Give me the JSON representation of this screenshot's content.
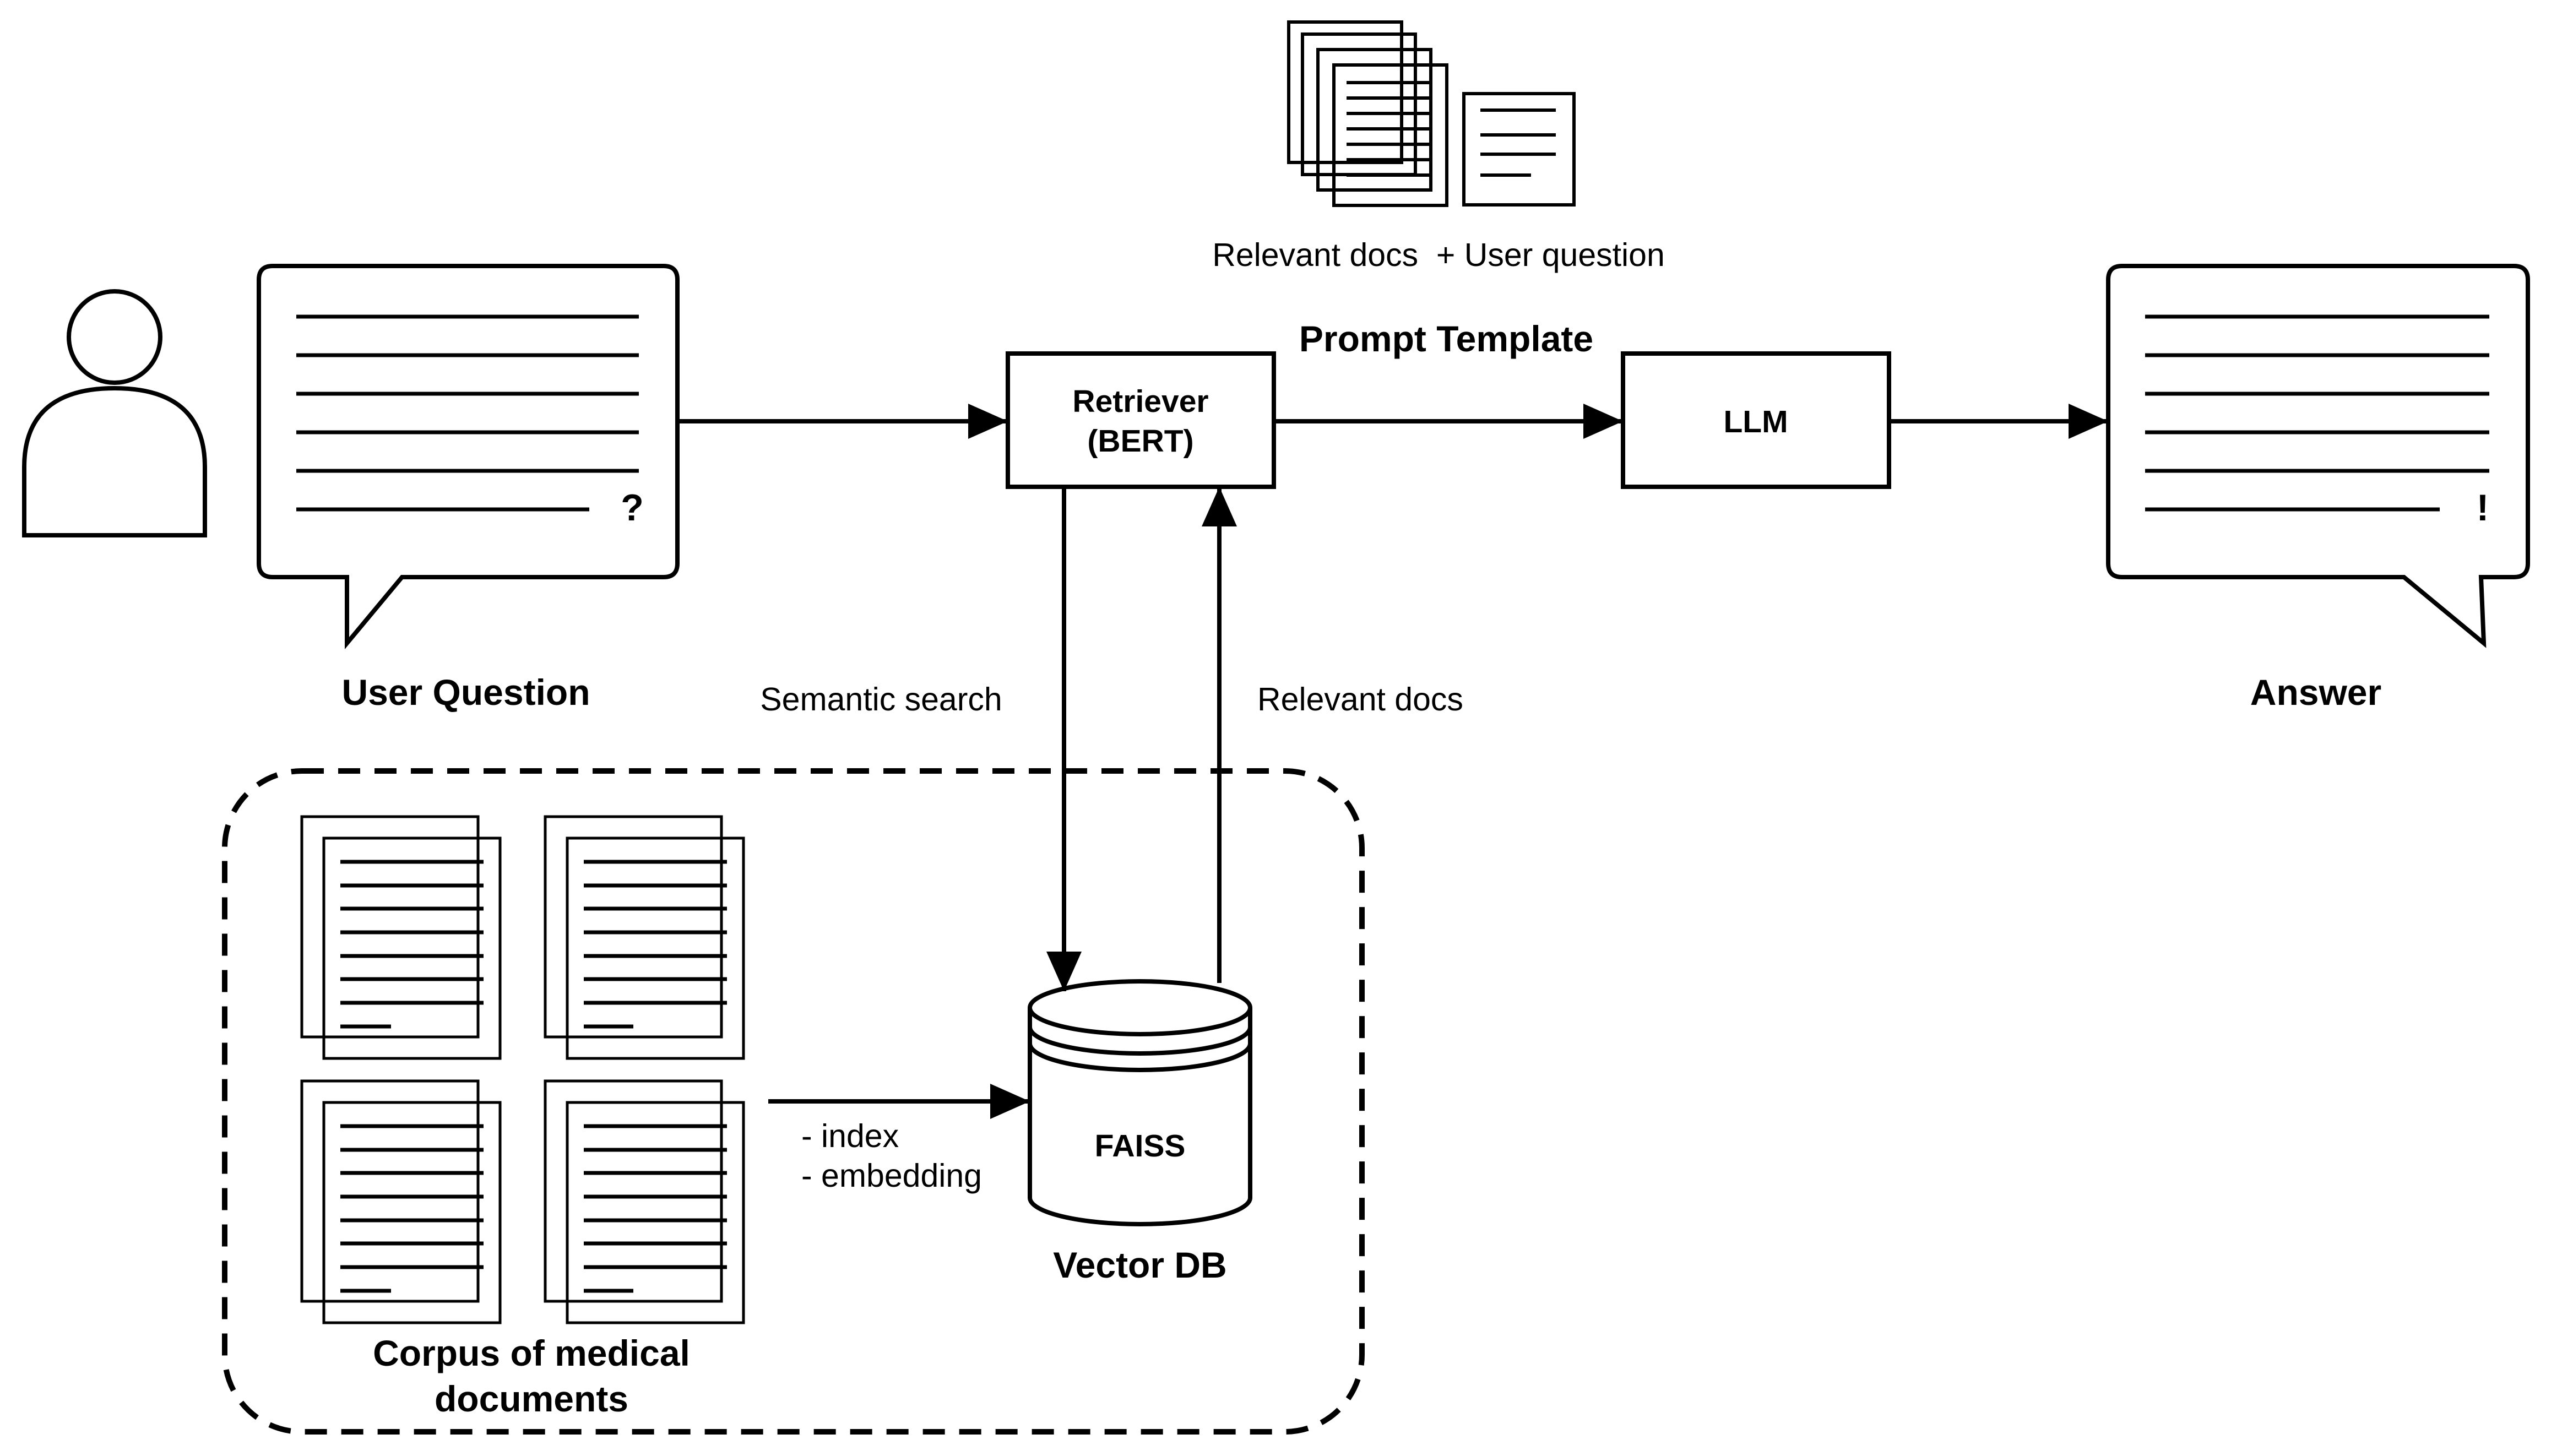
{
  "nodes": {
    "user_question": {
      "label": "User Question",
      "glyph": "?"
    },
    "retriever": {
      "line1": "Retriever",
      "line2": "(BERT)"
    },
    "llm": {
      "label": "LLM"
    },
    "answer": {
      "label": "Answer",
      "glyph": "!"
    },
    "vector_db": {
      "db_label": "FAISS",
      "caption": "Vector DB"
    },
    "corpus": {
      "line1": "Corpus of medical",
      "line2": "documents"
    },
    "prompt_docs": {
      "caption": "Relevant docs  + User question"
    }
  },
  "edges": {
    "prompt_template": "Prompt Template",
    "semantic_search": "Semantic search",
    "relevant_docs": "Relevant docs",
    "index": "- index",
    "embedding": "- embedding"
  },
  "icons": [
    "user-icon",
    "speech-bubble-icon",
    "document-stack-icon",
    "document-icon",
    "database-icon"
  ],
  "colors": {
    "stroke": "#000000",
    "background": "#ffffff"
  }
}
